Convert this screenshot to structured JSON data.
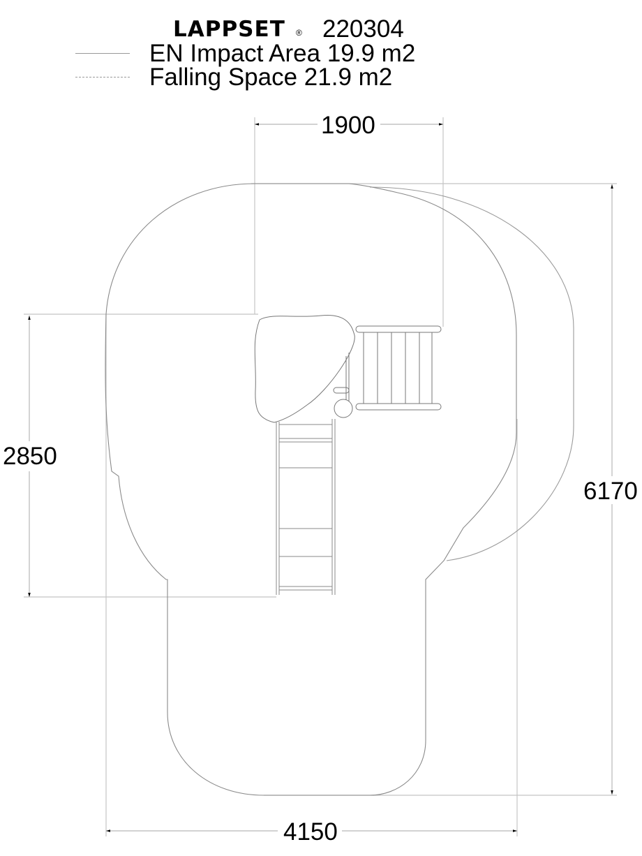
{
  "header": {
    "brand": "LAPPSET",
    "registered_mark": "®",
    "product_code": "220304"
  },
  "legend": [
    {
      "style": "solid",
      "label": "EN Impact Area 19.9 m2"
    },
    {
      "style": "dashed",
      "label": "Falling Space 21.9 m2"
    }
  ],
  "dimensions": {
    "top_width": "1900",
    "left_height": "2850",
    "right_height": "6170",
    "bottom_width": "4150"
  },
  "colors": {
    "outline": "#8a8a8a",
    "dimension_line": "#bdbdbd",
    "text": "#000000"
  }
}
